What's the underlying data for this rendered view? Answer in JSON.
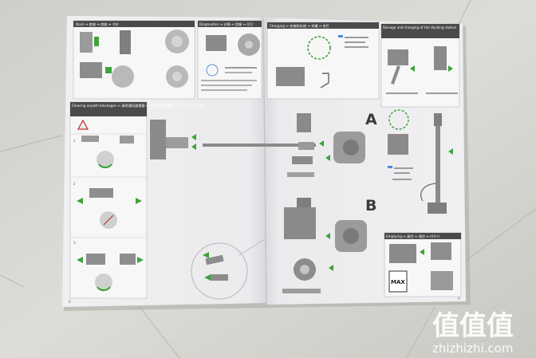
{
  "photo": {
    "subject": "open printed vacuum cleaner instruction manual lying on a tiled floor",
    "colors": {
      "floor": "#d6d6d2",
      "paper": "#eeeef0",
      "header_bar": "#4a4a4a",
      "accent_green": "#3fa33a",
      "accent_red": "#c0302a"
    }
  },
  "manual": {
    "left_page": {
      "panels": [
        {
          "title": "Dock ↔ 底座 ↔ 底座 ↔ 기본"
        },
        {
          "title": "Diagnostics ↔ 诊断 ↔ 診斷 ↔ 진단"
        },
        {
          "title": "Clearing airpath blockages ↔ 清除通风道堵塞 ↔ 清除通风道堵塞 ↔ 공기경로 막힘 제거"
        }
      ],
      "step_numbers": [
        "1",
        "2",
        "3"
      ],
      "page_number": "8"
    },
    "right_page": {
      "panels": [
        {
          "title": "Charging ↔ 充电和存放 ↔ 充電 ↔ 충전"
        },
        {
          "title": "Storage and charging of the docking station"
        },
        {
          "title": "Emptying ↔ 清空 ↔ 清空 ↔ 비우기"
        }
      ],
      "option_labels": [
        "A",
        "B"
      ],
      "max_label": "MAX",
      "page_number": "9"
    }
  },
  "watermark": {
    "logo_text": "值值值",
    "url": "zhizhizhi.com"
  }
}
